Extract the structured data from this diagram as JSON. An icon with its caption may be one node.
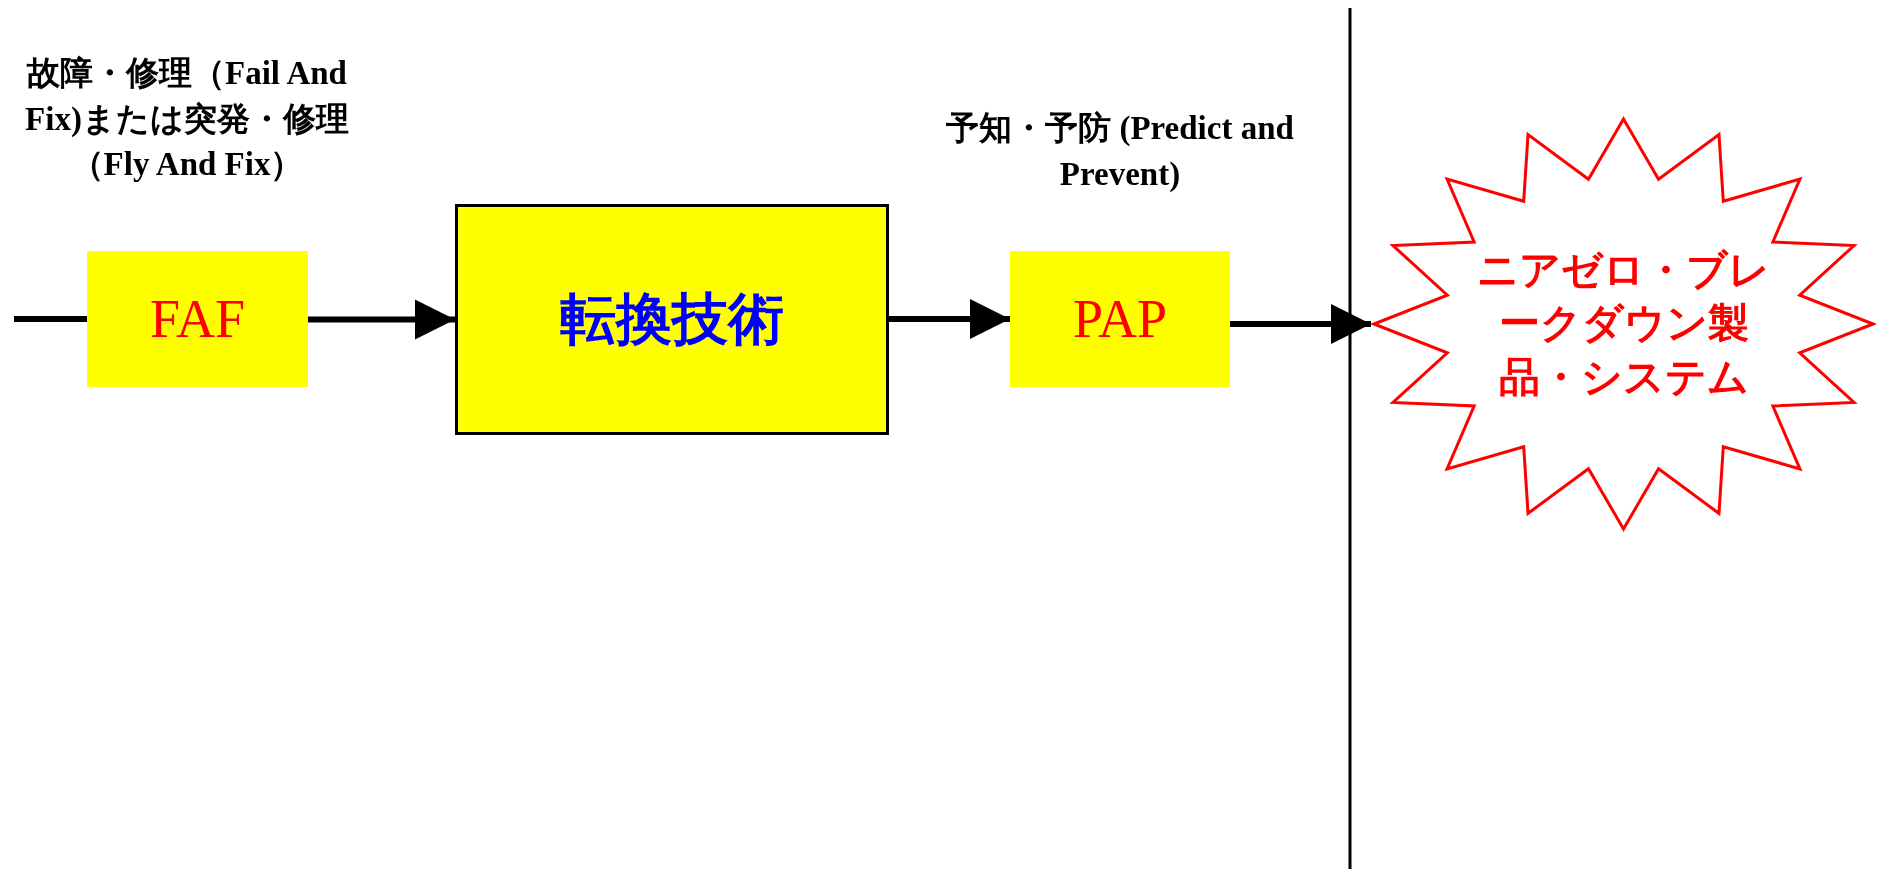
{
  "diagram": {
    "nodes": [
      {
        "text": [
          "FAF"
        ],
        "beside": [
          "故障・修理（Fail And Fix)または突発・修理（Fly And Fix）"
        ]
      },
      {
        "text": [
          "転換技術"
        ]
      },
      {
        "text": [
          "PAP"
        ],
        "beside": [
          "予知・予防 (Predict and Prevent)"
        ]
      },
      {
        "text": [
          "ニアゼロ・ブレークダウン製品・システム"
        ]
      }
    ],
    "edges": [
      {
        "from": null,
        "to": 0,
        "arrow": "none"
      },
      {
        "from": 0,
        "to": 1,
        "arrow": "to"
      },
      {
        "from": 1,
        "to": 2,
        "arrow": "to"
      },
      {
        "from": 2,
        "to": 3,
        "arrow": "to"
      }
    ]
  }
}
